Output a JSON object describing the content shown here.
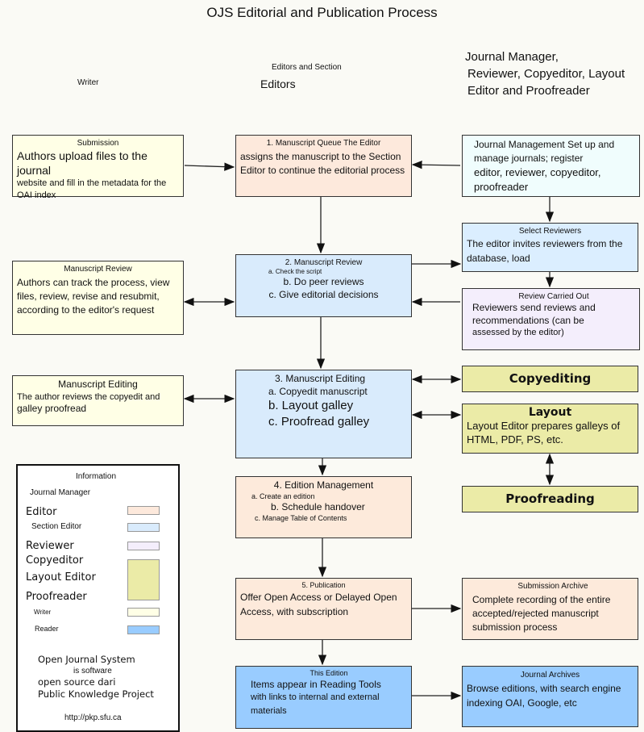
{
  "title": "OJS Editorial and Publication Process",
  "columns": {
    "writer": "Writer",
    "editors_line1": "Editors and Section",
    "editors_line2": "Editors",
    "manager": [
      "Journal Manager,",
      "Reviewer, Copyeditor, Layout",
      "Editor and Proofreader"
    ]
  },
  "submission": {
    "title": "Submission",
    "line1": "Authors upload files to the journal",
    "body": "website and fill in the metadata for the OAI index"
  },
  "queue": {
    "title": "1. Manuscript Queue The Editor",
    "body": "assigns the manuscript to the Section Editor to continue the editorial process"
  },
  "jm_setup": {
    "body": "Journal Management Set up and manage journals; register",
    "body2": "editor, reviewer, copyeditor, proofreader"
  },
  "select_reviewers": {
    "title": "Select Reviewers",
    "body": "The editor invites reviewers from the database, load"
  },
  "review_out": {
    "title": "Review Carried Out",
    "body": "Reviewers send reviews and recommendations (can be",
    "body2": "assessed by the editor)"
  },
  "writer_review": {
    "title": "Manuscript Review",
    "body": "Authors can track the process, view files, review, revise and resubmit, according to the editor's request"
  },
  "review": {
    "title": "2. Manuscript Review",
    "a": "a. Check the script",
    "b": "b. Do peer reviews",
    "c": "c. Give editorial decisions"
  },
  "writer_editing": {
    "title": "Manuscript Editing",
    "body": "The author reviews the copyedit and",
    "body2": "galley proofread"
  },
  "editing": {
    "title": "3. Manuscript Editing",
    "a": "a. Copyedit manuscript",
    "b": "b. Layout galley",
    "c": "c. Proofread galley"
  },
  "copyediting": {
    "title": "Copyediting"
  },
  "layout": {
    "title": "Layout",
    "body": "Layout Editor prepares galleys of HTML, PDF, PS, etc."
  },
  "proofreading": {
    "title": "Proofreading"
  },
  "edition": {
    "title": "4. Edition Management",
    "a": "a. Create an edition",
    "b": "b. Schedule handover",
    "c": "c. Manage Table of Contents"
  },
  "publication": {
    "title": "5. Publication",
    "body": "Offer Open Access or Delayed Open Access, with subscription"
  },
  "archive": {
    "title": "Submission Archive",
    "body": "Complete recording of the entire accepted/rejected manuscript submission process"
  },
  "this_edition": {
    "title": "This Edition",
    "body": "Items appear in Reading Tools",
    "body2": "with links to internal and external materials"
  },
  "journal_archives": {
    "title": "Journal Archives",
    "body": "Browse editions, with search engine indexing OAI, Google, etc"
  },
  "legend": {
    "title": "Information",
    "jm": "Journal Manager",
    "editor": "Editor",
    "section_editor": "Section Editor",
    "reviewer": "Reviewer",
    "copyeditor": "Copyeditor",
    "layout_editor": "Layout Editor",
    "proofreader": "Proofreader",
    "writer": "Writer",
    "reader": "Reader",
    "footer1": "Open Journal System",
    "footer2": "is software",
    "footer3": "open source dari",
    "footer4": "Public Knowledge Project",
    "url": "http://pkp.sfu.ca"
  },
  "colors": {
    "editor": "#fde9dc",
    "section_editor": "#d9ebfc",
    "reviewer": "#f4eefc",
    "production": "#ebeba7",
    "writer": "#ffffe6",
    "reader": "#99ccff",
    "manager": "#f0fdfd"
  }
}
